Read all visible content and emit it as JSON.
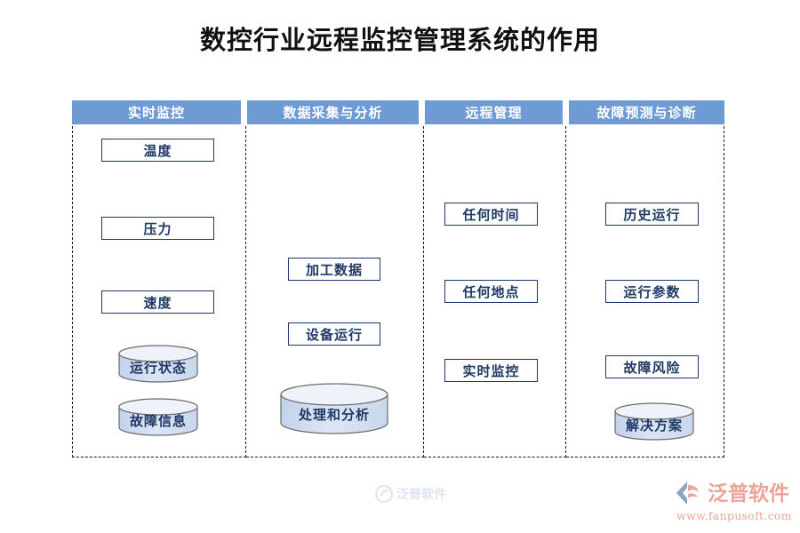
{
  "title": "数控行业远程监控管理系统的作用",
  "diagram": {
    "type": "four-column-flow",
    "columns": [
      {
        "header": "实时监控",
        "boxes": [
          "温度",
          "压力",
          "速度"
        ],
        "cylinders": [
          "运行状态",
          "故障信息"
        ]
      },
      {
        "header": "数据采集与分析",
        "boxes": [
          "加工数据",
          "设备运行"
        ],
        "cylinders": [
          "处理和分析"
        ]
      },
      {
        "header": "远程管理",
        "boxes": [
          "任何时间",
          "任何地点",
          "实时监控"
        ],
        "cylinders": []
      },
      {
        "header": "故障预测与诊断",
        "boxes": [
          "历史运行",
          "运行参数",
          "故障风险"
        ],
        "cylinders": [
          "解决方案"
        ]
      }
    ]
  },
  "watermark": {
    "text": "泛普软件"
  },
  "logo": {
    "name": "泛普软件",
    "url": "www.fanpusoft.com"
  },
  "colors": {
    "header_bar": "#6f9bd4",
    "node_border": "#1f3864",
    "node_text": "#1f3864",
    "cylinder_fill": "#cfdcef",
    "logo": "#e8a598",
    "title": "#111111"
  }
}
